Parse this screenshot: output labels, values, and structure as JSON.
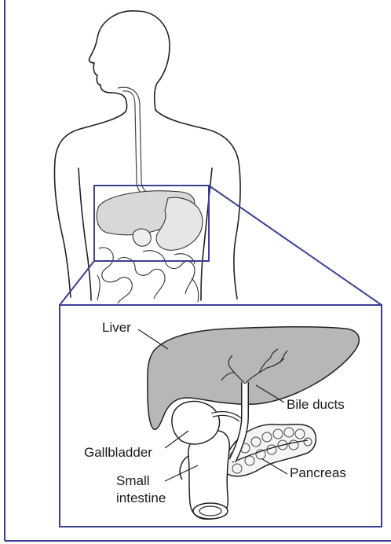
{
  "labels": {
    "liver": "Liver",
    "bile_ducts": "Bile ducts",
    "gallbladder": "Gallbladder",
    "small_intestine_1": "Small",
    "small_intestine_2": "intestine",
    "pancreas": "Pancreas"
  },
  "colors": {
    "frame": "#3b3f96",
    "organ_fill": "#b7b7b7",
    "line": "#222222",
    "text": "#1a1a1a",
    "background": "#ffffff"
  }
}
